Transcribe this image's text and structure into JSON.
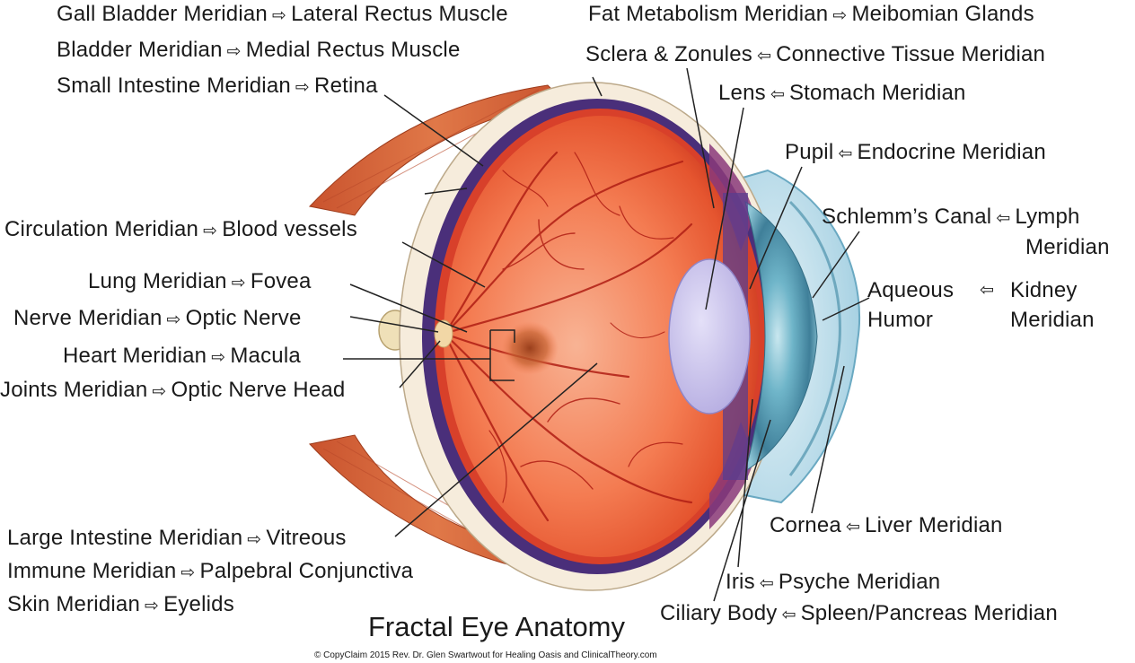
{
  "title": "Fractal Eye Anatomy",
  "copyright": "© CopyClaim 2015 Rev. Dr. Glen Swartwout for Healing Oasis and ClinicalTheory.com",
  "arrow_right": "⇨",
  "arrow_left": "⇦",
  "labels_left": [
    {
      "meridian": "Gall Bladder Meridian",
      "structure": "Lateral Rectus Muscle"
    },
    {
      "meridian": "Bladder Meridian",
      "structure": "Medial Rectus Muscle"
    },
    {
      "meridian": "Small Intestine Meridian",
      "structure": "Retina"
    },
    {
      "meridian": "Circulation Meridian",
      "structure": "Blood vessels"
    },
    {
      "meridian": "Lung Meridian",
      "structure": "Fovea"
    },
    {
      "meridian": "Nerve Meridian",
      "structure": "Optic Nerve"
    },
    {
      "meridian": "Heart Meridian",
      "structure": "Macula"
    },
    {
      "meridian": "Joints Meridian",
      "structure": "Optic Nerve Head"
    },
    {
      "meridian": "Large Intestine Meridian",
      "structure": "Vitreous"
    },
    {
      "meridian": "Immune Meridian",
      "structure": "Palpebral Conjunctiva"
    },
    {
      "meridian": "Skin Meridian",
      "structure": "Eyelids"
    }
  ],
  "labels_right": [
    {
      "meridian": "Fat Metabolism Meridian",
      "structure": "Meibomian Glands"
    },
    {
      "meridian": "Connective Tissue Meridian",
      "structure": "Sclera & Zonules"
    },
    {
      "meridian": "Stomach Meridian",
      "structure": "Lens"
    },
    {
      "meridian": "Endocrine Meridian",
      "structure": "Pupil"
    },
    {
      "meridian_line1": "Lymph",
      "meridian_line2": "Meridian",
      "structure": "Schlemm’s Canal"
    },
    {
      "meridian_line1": "Kidney",
      "meridian_line2": "Meridian",
      "structure_line1": "Aqueous",
      "structure_line2": "Humor"
    },
    {
      "meridian": "Liver Meridian",
      "structure": "Cornea"
    },
    {
      "meridian": "Psyche Meridian",
      "structure": "Iris"
    },
    {
      "meridian": "Spleen/Pancreas Meridian",
      "structure": "Ciliary Body"
    }
  ],
  "colors": {
    "muscle": "#d9643a",
    "sclera": "#f6ecdc",
    "choroid": "#4a2f7a",
    "retina": "#e84d2c",
    "vitreous": "#f58a5c",
    "lens": "#c9c3ec",
    "iris": "#5aa0b8",
    "cornea": "#bfe2ee",
    "vessels": "#b01e14",
    "optic_nerve": "#efe0b8",
    "leader_lines": "#222222"
  }
}
